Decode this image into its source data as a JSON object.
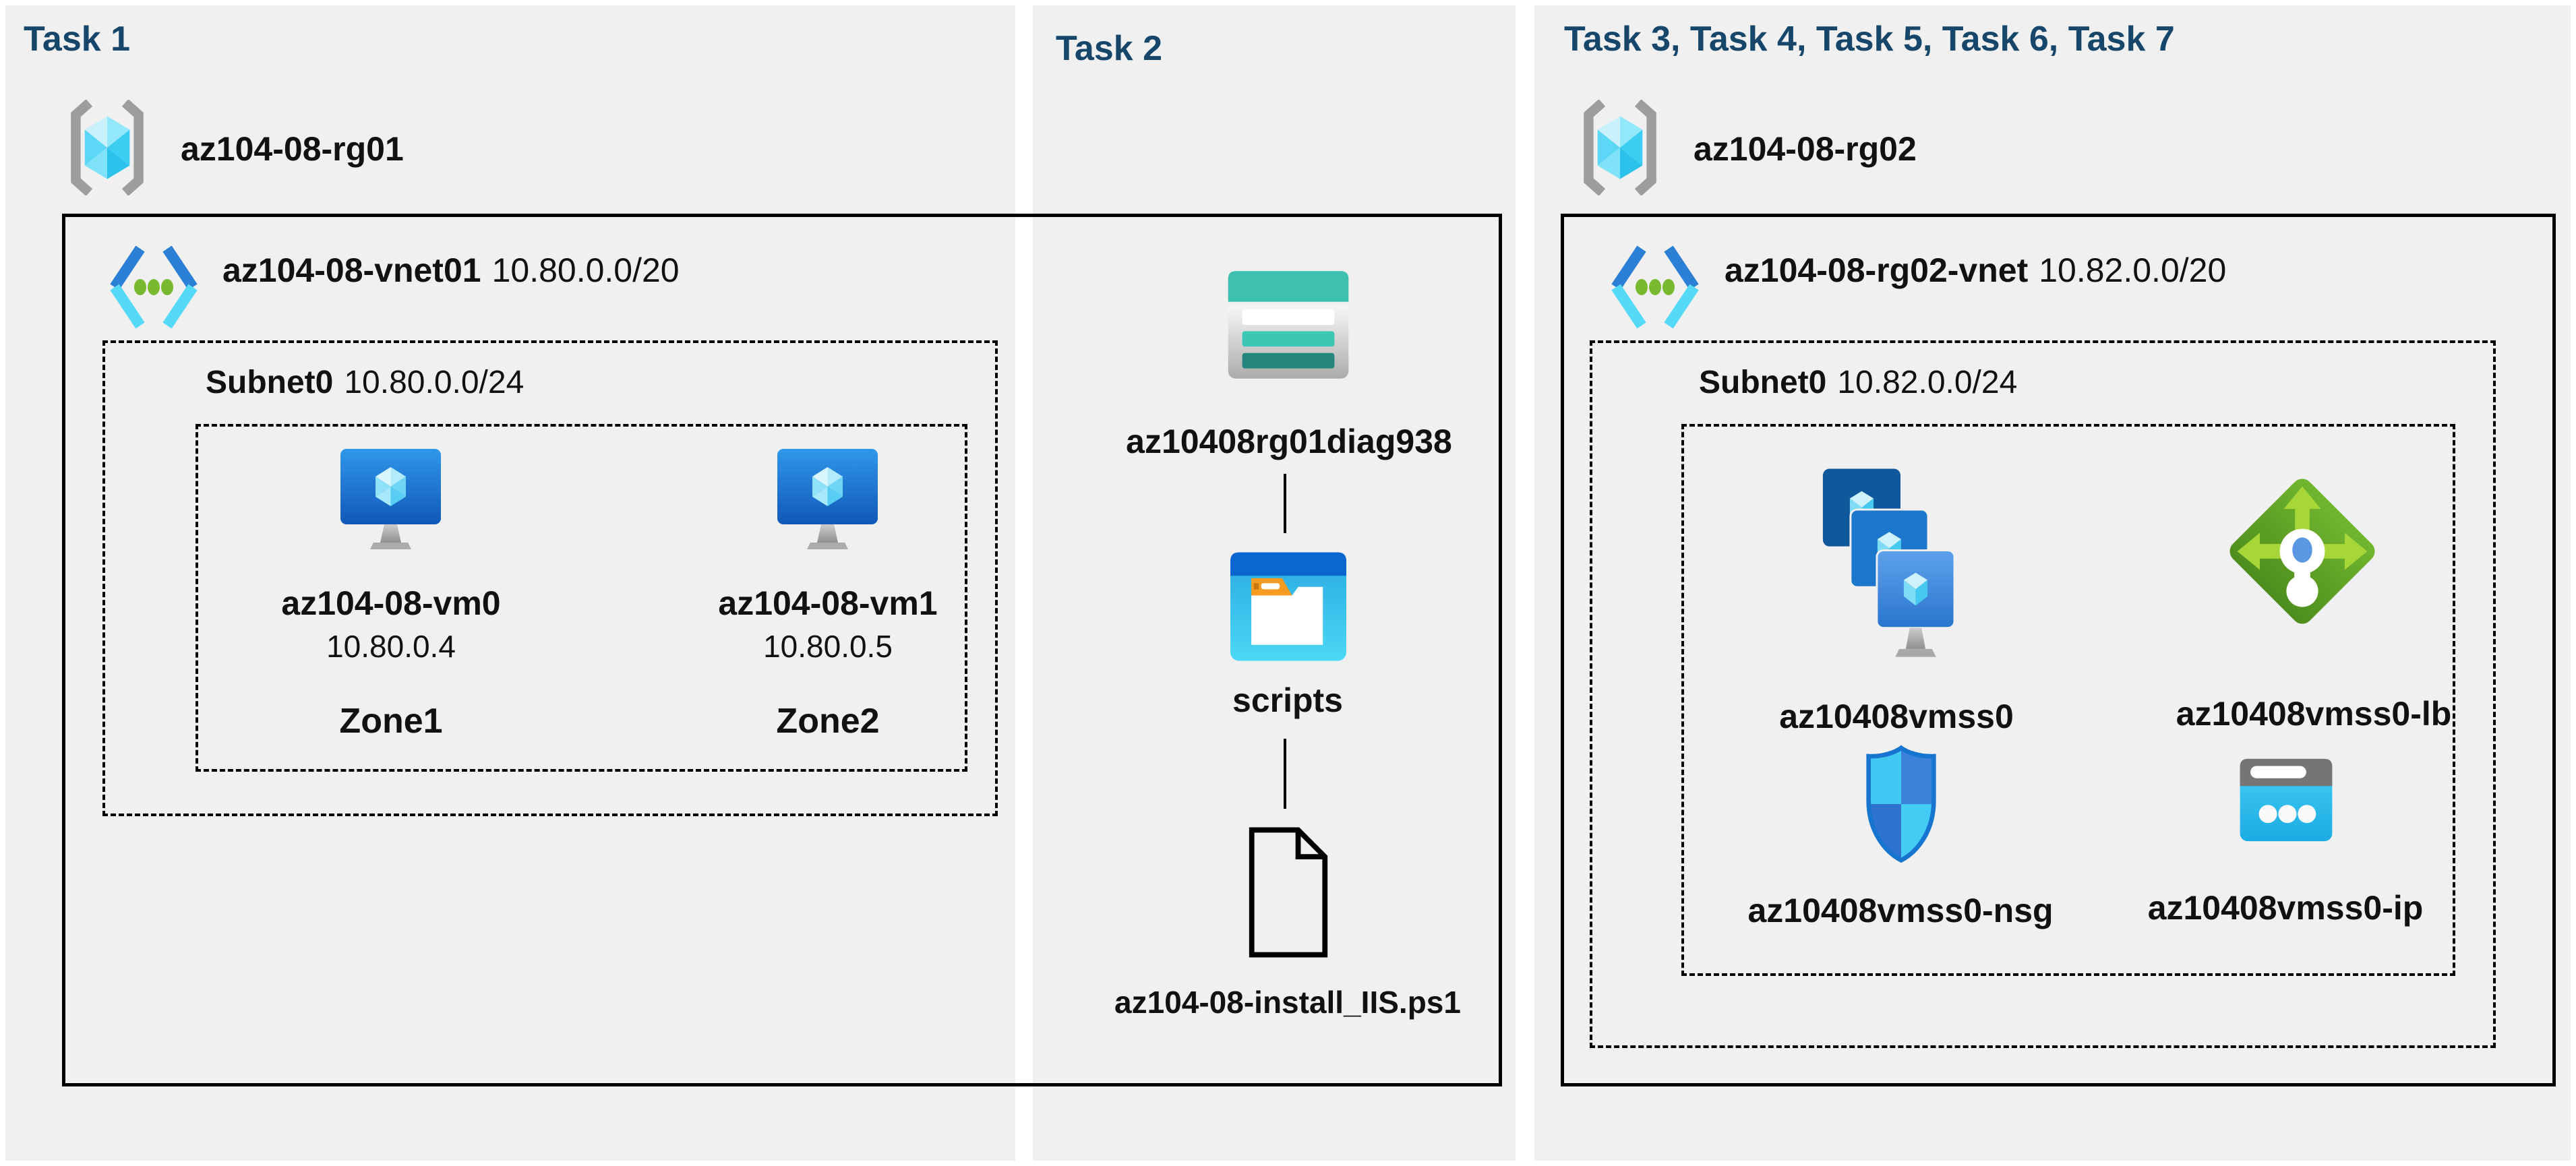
{
  "colors": {
    "panel_bg": "#f0f0f1",
    "title_navy": "#17466b",
    "frame_black": "#000000",
    "azure_blue": "#2b7fd4",
    "azure_cyan": "#54d9f7",
    "vnet_dot_green": "#79b92f",
    "lb_green": "#5fa327",
    "storage_teal": "#3ec0b0",
    "folder_blue": "#0b66d0",
    "ip_cyan": "#35c7f0"
  },
  "icons": {
    "resource-group-icon": "gray brackets with cyan cube",
    "virtual-network-icon": "blue/cyan chevrons with three green dots",
    "virtual-machine-icon": "blue monitor with cyan crystal on gray stand",
    "storage-account-icon": "teal and gray table rows",
    "scripts-folder-icon": "blue window with white folder and orange tab",
    "ps1-file-icon": "document outline with folded corner",
    "vm-scale-set-icon": "three stacked blue monitors",
    "load-balancer-icon": "green diamond with arrows and white nodes",
    "nsg-icon": "blue quartered shield",
    "public-ip-icon": "cyan window with gray title bar and three dots"
  },
  "task1": {
    "title": "Task 1",
    "resource_group": "az104-08-rg01",
    "vnet_name": "az104-08-vnet01",
    "vnet_cidr": "10.80.0.0/20",
    "subnet_name": "Subnet0",
    "subnet_cidr": "10.80.0.0/24",
    "vms": [
      {
        "name": "az104-08-vm0",
        "ip": "10.80.0.4",
        "zone": "Zone1"
      },
      {
        "name": "az104-08-vm1",
        "ip": "10.80.0.5",
        "zone": "Zone2"
      }
    ]
  },
  "task2": {
    "title": "Task 2",
    "storage_account": "az10408rg01diag938",
    "folder": "scripts",
    "script_file": "az104-08-install_IIS.ps1"
  },
  "task3": {
    "title": "Task 3, Task 4, Task 5, Task 6, Task 7",
    "resource_group": "az104-08-rg02",
    "vnet_name": "az104-08-rg02-vnet",
    "vnet_cidr": "10.82.0.0/20",
    "subnet_name": "Subnet0",
    "subnet_cidr": "10.82.0.0/24",
    "vmss": "az10408vmss0",
    "load_balancer": "az10408vmss0-lb",
    "nsg": "az10408vmss0-nsg",
    "public_ip": "az10408vmss0-ip"
  }
}
